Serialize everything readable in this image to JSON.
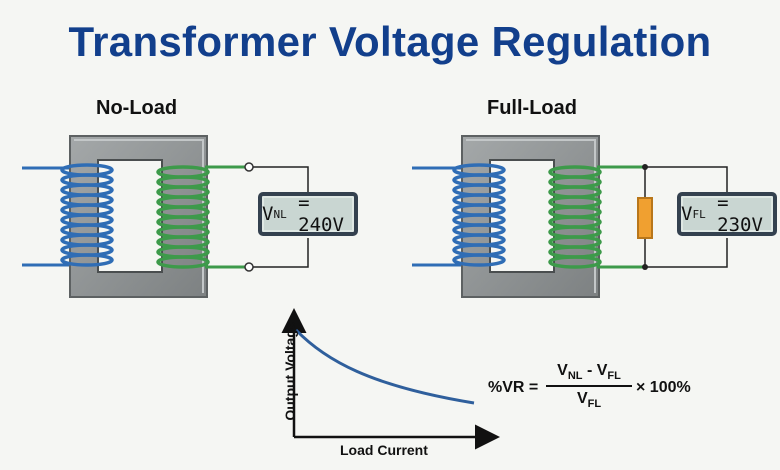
{
  "title": "Transformer Voltage Regulation",
  "no_load": {
    "label": "No-Load",
    "meter_symbol": "V",
    "meter_subscript": "NL",
    "meter_value": "= 240V"
  },
  "full_load": {
    "label": "Full-Load",
    "meter_symbol": "V",
    "meter_subscript": "FL",
    "meter_value": "= 230V"
  },
  "graph": {
    "y_label": "Output Voltage",
    "x_label": "Load Current"
  },
  "formula": {
    "lhs": "%VR =",
    "num_a": "V",
    "num_a_sub": "NL",
    "num_op": " - ",
    "num_b": "V",
    "num_b_sub": "FL",
    "den": "V",
    "den_sub": "FL",
    "rhs": "× 100%"
  },
  "colors": {
    "title": "#123f8c",
    "primary_winding": "#2f6db5",
    "secondary_winding": "#3d9a4a",
    "core": "#8c9091",
    "load_resistor": "#f0a030",
    "curve": "#2f5f9c"
  }
}
